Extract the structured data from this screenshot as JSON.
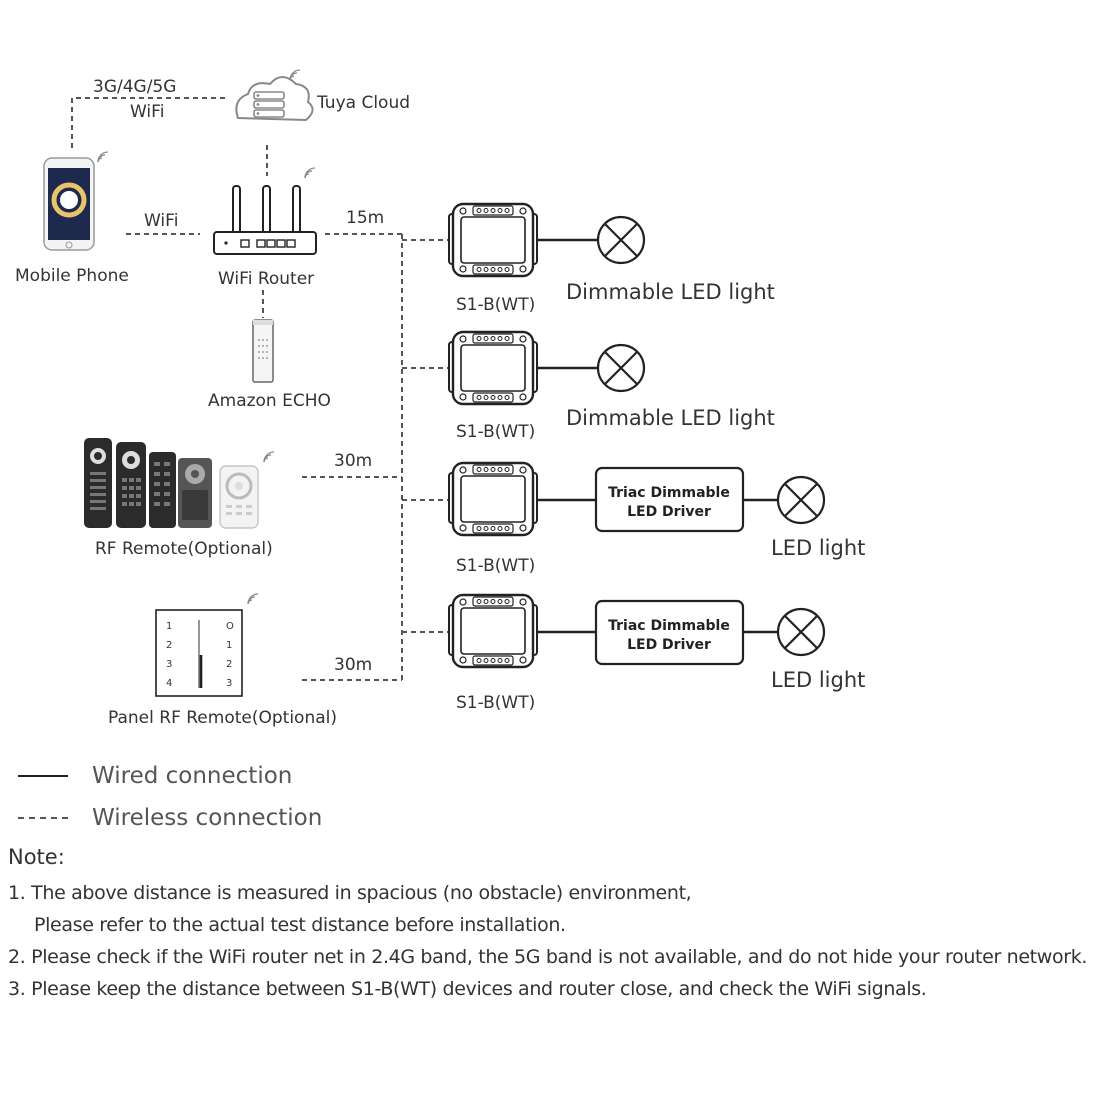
{
  "diagram": {
    "cloud_link_label_1": "3G/4G/5G",
    "cloud_link_label_2": "WiFi",
    "cloud_label": "Tuya Cloud",
    "phone_label": "Mobile Phone",
    "phone_link_label": "WiFi",
    "router_label": "WiFi Router",
    "echo_label": "Amazon ECHO",
    "router_distance": "15m",
    "rf_remote_label": "RF Remote(Optional)",
    "rf_remote_distance": "30m",
    "panel_label": "Panel RF Remote(Optional)",
    "panel_distance": "30m",
    "panel_keys_left": [
      "1",
      "2",
      "3",
      "4"
    ],
    "panel_keys_right": [
      "O",
      "1",
      "2",
      "3"
    ],
    "modules": [
      {
        "label": "S1-B(WT)",
        "load": "Dimmable LED light",
        "driver": null
      },
      {
        "label": "S1-B(WT)",
        "load": "Dimmable LED light",
        "driver": null
      },
      {
        "label": "S1-B(WT)",
        "load": "LED light",
        "driver": [
          "Triac Dimmable",
          "LED Driver"
        ]
      },
      {
        "label": "S1-B(WT)",
        "load": "LED light",
        "driver": [
          "Triac Dimmable",
          "LED Driver"
        ]
      }
    ]
  },
  "legend": {
    "wired": "Wired connection",
    "wireless": "Wireless connection"
  },
  "notes": {
    "title": "Note:",
    "lines": [
      "1. The above distance is measured in spacious (no obstacle) environment,",
      "Please refer to the actual test distance before installation.",
      "2. Please check if the WiFi router net in 2.4G band, the 5G band is not available, and do not hide your router network.",
      "3. Please keep the distance between S1-B(WT) devices and router close, and check the WiFi signals."
    ]
  },
  "colors": {
    "line": "#222222",
    "text": "#333333",
    "remote_dark": "#2b2b2b"
  }
}
